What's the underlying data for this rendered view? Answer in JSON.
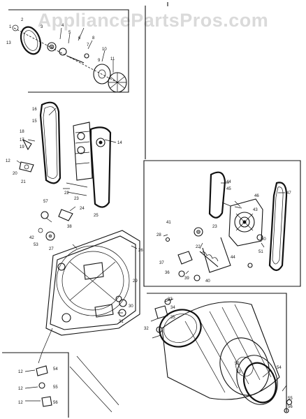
{
  "watermark": "AppliancePartsPros.com",
  "colors": {
    "ink": "#111111",
    "paper": "#ffffff",
    "watermark": "#969696"
  },
  "callouts": {
    "c1": "1",
    "c2": "2",
    "c3": "3",
    "c4": "4",
    "c5": "5",
    "c6": "6",
    "c7": "7",
    "c8": "8",
    "c9": "9",
    "c10": "10",
    "c11": "11",
    "c12": "12",
    "c13": "13",
    "c14": "14",
    "c15": "15",
    "c16": "16",
    "c17": "17",
    "c18": "18",
    "c19": "19",
    "c20": "20",
    "c21": "21",
    "c22": "22",
    "c23": "23",
    "c24": "24",
    "c25": "25",
    "c26": "26",
    "c27": "27",
    "c28": "28",
    "c29": "29",
    "c30": "30",
    "c31": "31",
    "c32": "32",
    "c33": "33",
    "c34": "34",
    "c35": "35",
    "c36": "36",
    "c37": "37",
    "c38": "38",
    "c39": "39",
    "c40": "40",
    "c41": "41",
    "c42": "42",
    "c43": "43",
    "c44": "44",
    "c45": "45",
    "c46": "46",
    "c47": "47",
    "c50": "50",
    "c51": "51",
    "c52": "52",
    "c53": "53",
    "c54": "54",
    "c55": "55",
    "c56": "56",
    "c57": "57"
  }
}
